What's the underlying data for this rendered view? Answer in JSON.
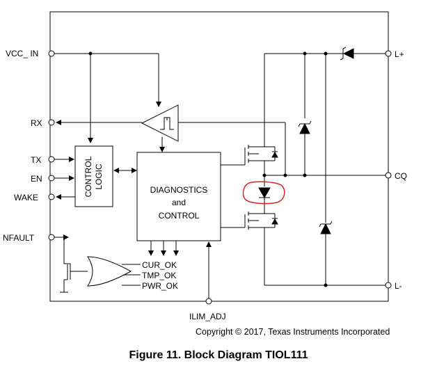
{
  "pins": {
    "vcc_in": "VCC_ IN",
    "rx": "RX",
    "tx": "TX",
    "en": "EN",
    "wake": "WAKE",
    "nfault": "NFAULT",
    "l_plus": "L+",
    "cq": "CQ",
    "l_minus": "L-",
    "ilim_adj": "ILIM_ADJ"
  },
  "blocks": {
    "control_logic_line1": "CONTROL",
    "control_logic_line2": "LOGIC",
    "diag_line1": "DIAGNOSTICS",
    "diag_line2": "and",
    "diag_line3": "CONTROL"
  },
  "gate_inputs": [
    "CUR_OK",
    "TMP_OK",
    "PWR_OK"
  ],
  "copyright": "Copyright © 2017, Texas Instruments Incorporated",
  "caption": "Figure 11.  Block Diagram TIOL111",
  "colors": {
    "line": "#000000",
    "highlight": "#e02020"
  }
}
